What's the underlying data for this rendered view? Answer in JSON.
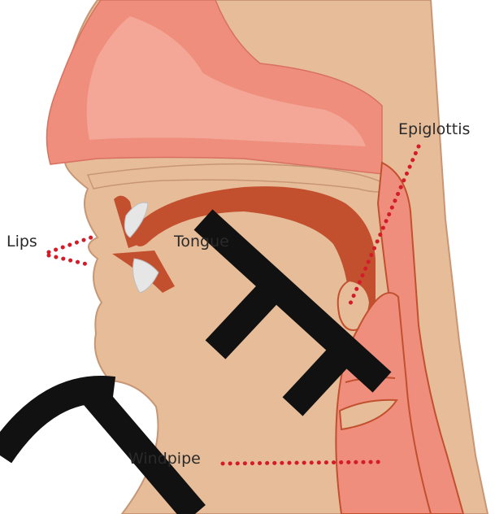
{
  "labels": {
    "epiglottis": "Epiglottis",
    "lips": "Lips",
    "tongue": "Tongue",
    "windpipe": "Windpipe"
  },
  "colors": {
    "skin": "#e7bc98",
    "skin_outline": "#c89674",
    "cavity": "#ef8e7d",
    "cavity_light": "#f6b2a2",
    "muscle": "#c2502f",
    "tooth": "#e6e6e6",
    "pointer": "#d41b28",
    "watermark": "#111111"
  }
}
